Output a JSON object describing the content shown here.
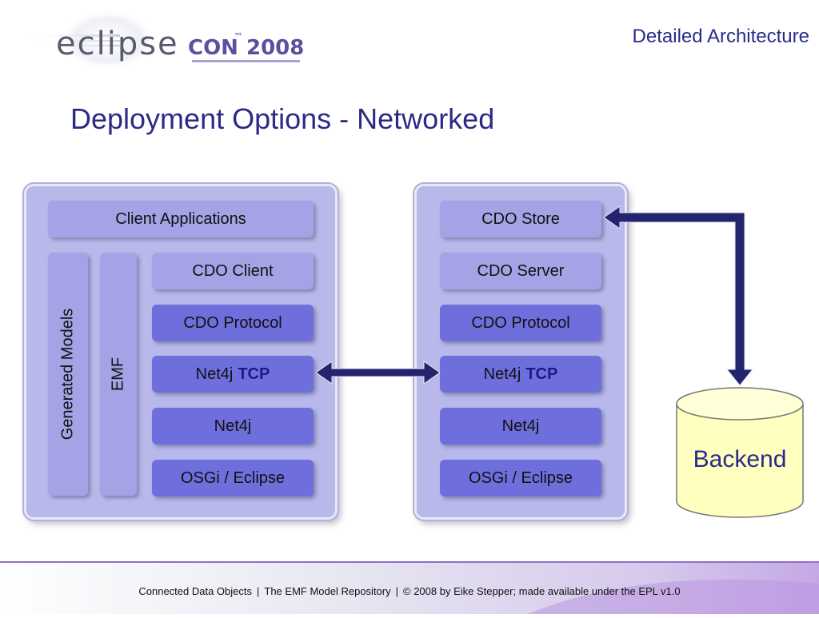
{
  "header": {
    "logo_text": "eclipse",
    "logo_con": "CON",
    "logo_tm": "™",
    "logo_year": "2008",
    "section": "Detailed Architecture"
  },
  "slide": {
    "title": "Deployment Options - Networked"
  },
  "client": {
    "applications": "Client Applications",
    "generated_models": "Generated Models",
    "emf": "EMF",
    "cdo_client": "CDO Client",
    "cdo_protocol": "CDO Protocol",
    "net4j_tcp": "Net4j",
    "tcp": "TCP",
    "net4j": "Net4j",
    "osgi": "OSGi / Eclipse"
  },
  "server": {
    "cdo_store": "CDO Store",
    "cdo_server": "CDO Server",
    "cdo_protocol": "CDO Protocol",
    "net4j_tcp": "Net4j",
    "tcp": "TCP",
    "net4j": "Net4j",
    "osgi": "OSGi / Eclipse"
  },
  "backend": {
    "label": "Backend"
  },
  "footer": {
    "part1": "Connected Data Objects",
    "part2": "The EMF Model Repository",
    "part3": "© 2008 by Eike Stepper; made available under the EPL v1.0",
    "separator": "|"
  },
  "colors": {
    "title": "#2d2a86",
    "panel": "#b8b8ea",
    "light_box": "#a3a3e6",
    "dark_box": "#6e6edc",
    "arrow": "#24246e",
    "backend": "#ffffc0"
  }
}
